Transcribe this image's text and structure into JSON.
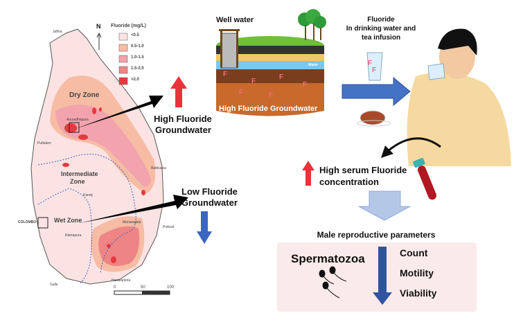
{
  "map": {
    "north_label": "N",
    "legend_title": "Fluoride (mg/L)",
    "legend": [
      {
        "label": "<0.5",
        "color": "#fbe3e3"
      },
      {
        "label": "0.5-1.0",
        "color": "#f6bca4"
      },
      {
        "label": "1.0-1.5",
        "color": "#f2a3ad"
      },
      {
        "label": "1.5-2.0",
        "color": "#ee8585"
      },
      {
        "label": ">2.0",
        "color": "#e63a3f"
      }
    ],
    "zones": {
      "dry": "Dry Zone",
      "intermediate_1": "Intermediate",
      "intermediate_2": "Zone",
      "wet": "Wet Zone"
    },
    "places": {
      "jaffna": "Jaffna",
      "anuradhapura": "Anuradhapura",
      "puttalam": "Puttalam",
      "batticaloa": "Batticaloa",
      "kandy": "Kandy",
      "colombo": "COLOMBO",
      "ratnapura": "Ratnapura",
      "monaragala": "Monaragala",
      "pottuvil": "Pottuvil",
      "hambantota": "Hambantota",
      "galle": "Galle"
    },
    "scale": [
      "0",
      "50",
      "100"
    ]
  },
  "high_groundwater": {
    "line1": "High Fluoride",
    "line2": "Groundwater"
  },
  "low_groundwater": {
    "line1": "Low Fluoride",
    "line2": "Groundwater"
  },
  "well": {
    "title": "Well water",
    "water_label": "Water",
    "banner": "High Fluoride Groundwater",
    "f_symbol": "F"
  },
  "intake": {
    "line1": "Fluoride",
    "line2": "In drinking water and",
    "line3": "tea infusion"
  },
  "serum": {
    "line1": "High serum Fluoride",
    "line2": "concentration"
  },
  "reproductive": {
    "title": "Male reproductive parameters",
    "subject": "Spermatozoa",
    "parameters": [
      "Count",
      "Motility",
      "Viability"
    ]
  },
  "colors": {
    "up_arrow": "#e8333a",
    "down_arrow": "#3a66c0",
    "dark_arrow": "#2f55a0",
    "flow_arrow": "#4472c4",
    "box": "#fbeaea"
  }
}
